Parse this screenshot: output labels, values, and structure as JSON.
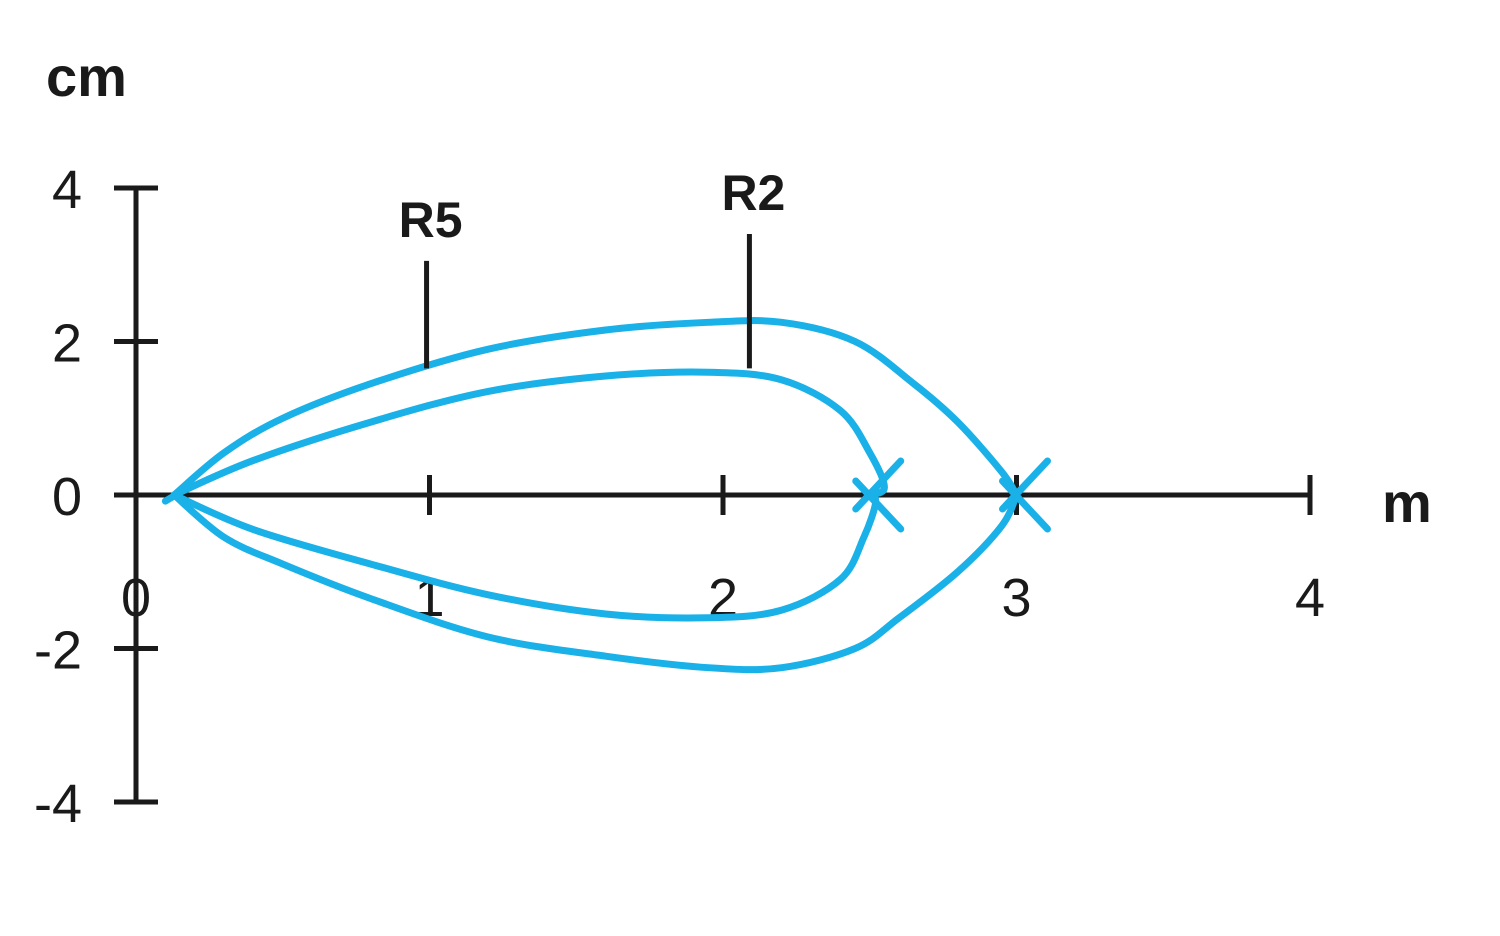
{
  "chart_data": {
    "type": "line",
    "title": "",
    "xlabel": "m",
    "ylabel": "cm",
    "xlim": [
      0,
      4
    ],
    "ylim": [
      -4,
      4
    ],
    "x_ticks": [
      0,
      1,
      2,
      3,
      4
    ],
    "x_tick_labels": [
      "0",
      "1",
      "2",
      "3",
      "4"
    ],
    "y_ticks": [
      -4,
      -2,
      0,
      2,
      4
    ],
    "y_tick_labels": [
      "-4",
      "-2",
      "0",
      "2",
      "4"
    ],
    "grid": false,
    "series_color": "#1ab0e8",
    "axis_color": "#1a1a1a",
    "series": [
      {
        "id": "outer",
        "upper": [
          [
            0.13,
            0
          ],
          [
            0.3,
            0.55
          ],
          [
            0.5,
            1.0
          ],
          [
            0.8,
            1.45
          ],
          [
            1.2,
            1.9
          ],
          [
            1.6,
            2.15
          ],
          [
            1.95,
            2.25
          ],
          [
            2.2,
            2.25
          ],
          [
            2.45,
            2.0
          ],
          [
            2.65,
            1.45
          ],
          [
            2.8,
            0.95
          ],
          [
            2.95,
            0.3
          ],
          [
            3.0,
            0
          ]
        ],
        "lower": [
          [
            0.13,
            0
          ],
          [
            0.3,
            -0.55
          ],
          [
            0.5,
            -0.9
          ],
          [
            0.8,
            -1.35
          ],
          [
            1.2,
            -1.85
          ],
          [
            1.6,
            -2.1
          ],
          [
            1.95,
            -2.25
          ],
          [
            2.2,
            -2.25
          ],
          [
            2.45,
            -2.0
          ],
          [
            2.6,
            -1.6
          ],
          [
            2.8,
            -1.0
          ],
          [
            2.95,
            -0.4
          ],
          [
            3.0,
            0
          ]
        ],
        "endpoint": [
          3.0,
          0
        ]
      },
      {
        "id": "inner",
        "upper": [
          [
            0.13,
            0
          ],
          [
            0.4,
            0.45
          ],
          [
            0.8,
            0.95
          ],
          [
            1.2,
            1.35
          ],
          [
            1.6,
            1.55
          ],
          [
            1.95,
            1.6
          ],
          [
            2.2,
            1.5
          ],
          [
            2.4,
            1.1
          ],
          [
            2.5,
            0.55
          ],
          [
            2.55,
            0.1
          ],
          [
            2.5,
            0
          ]
        ],
        "lower": [
          [
            0.13,
            0
          ],
          [
            0.4,
            -0.45
          ],
          [
            0.8,
            -0.9
          ],
          [
            1.2,
            -1.3
          ],
          [
            1.6,
            -1.55
          ],
          [
            1.95,
            -1.6
          ],
          [
            2.2,
            -1.5
          ],
          [
            2.4,
            -1.1
          ],
          [
            2.48,
            -0.55
          ],
          [
            2.52,
            -0.1
          ],
          [
            2.5,
            0
          ]
        ],
        "endpoint": [
          2.5,
          0
        ]
      }
    ],
    "annotations": [
      {
        "label": "R5",
        "x": 0.99,
        "y_from": 1.65,
        "y_to": 3.05
      },
      {
        "label": "R2",
        "x": 2.09,
        "y_from": 1.65,
        "y_to": 3.4
      }
    ]
  }
}
